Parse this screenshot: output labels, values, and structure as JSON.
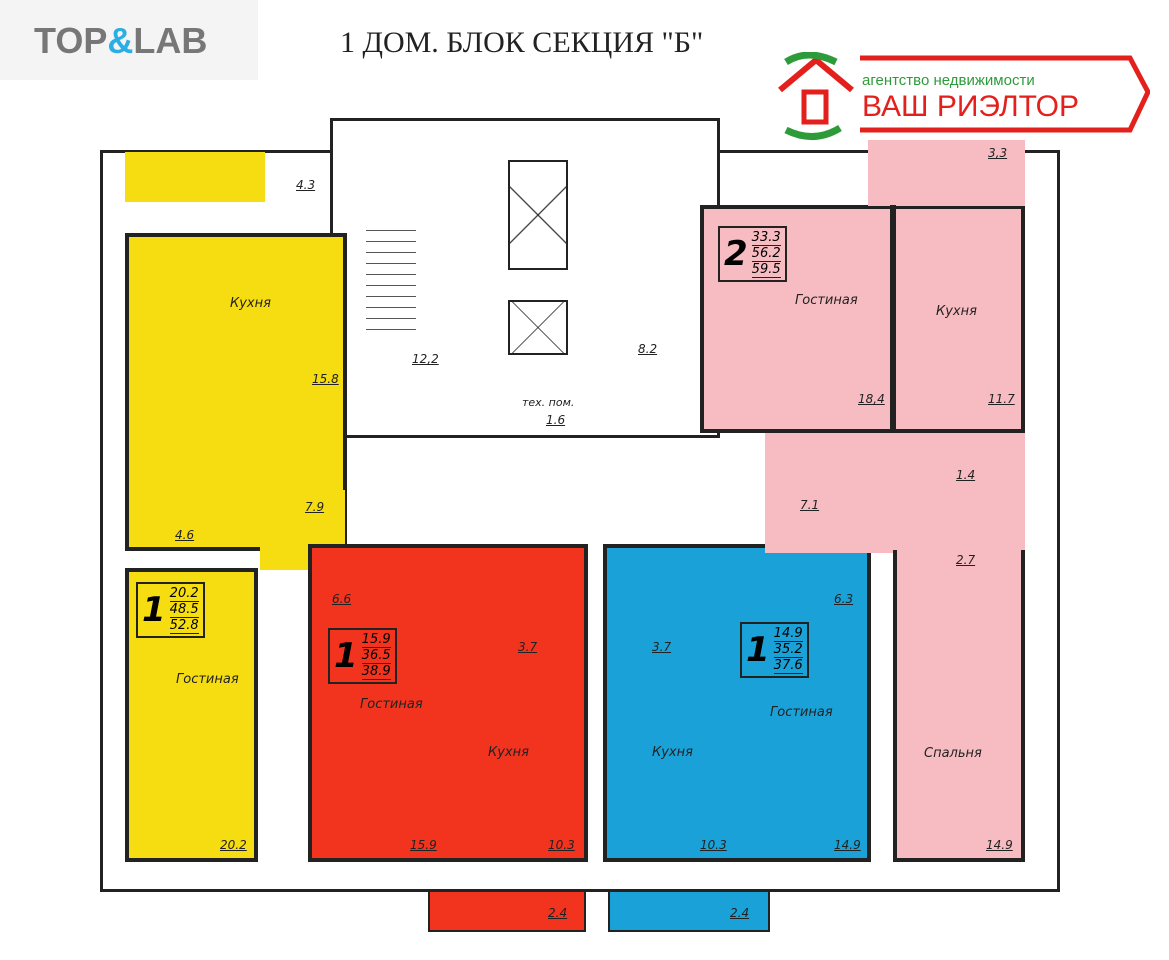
{
  "header": {
    "brand_top": "TOP",
    "brand_amp": "&",
    "brand_lab": "LAB",
    "title": "1 ДОМ. БЛОК СЕКЦИЯ \"Б\""
  },
  "agency": {
    "subtitle": "агентство недвижимости",
    "name": "ВАШ РИЭЛТОР"
  },
  "colors": {
    "yellow": "#f6dd12",
    "red": "#f2331e",
    "blue": "#1aa2d8",
    "pink": "#f7bcc2"
  },
  "common": {
    "stair": "12,2",
    "hall": "8.2",
    "tech_label": "тех. пом.",
    "tech": "1.6"
  },
  "apt_yellow": {
    "rooms": "1",
    "areas": [
      "20.2",
      "48.5",
      "52.8"
    ],
    "balcony": "4.3",
    "kitchen": "Кухня",
    "kitchen_area": "15.8",
    "hall": "7.9",
    "bath": "4.6",
    "living": "Гостиная",
    "living_area": "20.2"
  },
  "apt_red": {
    "rooms": "1",
    "areas": [
      "15.9",
      "36.5",
      "38.9"
    ],
    "corridor": "6.6",
    "bath": "3.7",
    "living": "Гостиная",
    "living_area": "15.9",
    "kitchen": "Кухня",
    "kitchen_area": "10.3",
    "balcony": "2.4"
  },
  "apt_blue": {
    "rooms": "1",
    "areas": [
      "14.9",
      "35.2",
      "37.6"
    ],
    "corridor": "6.3",
    "bath": "3.7",
    "living": "Гостиная",
    "living_area": "14.9",
    "kitchen": "Кухня",
    "kitchen_area": "10.3",
    "balcony": "2.4"
  },
  "apt_pink": {
    "rooms": "2",
    "areas": [
      "33.3",
      "56.2",
      "59.5"
    ],
    "balcony": "3,3",
    "living": "Гостиная",
    "living_area": "18,4",
    "kitchen": "Кухня",
    "kitchen_area": "11.7",
    "wc": "1.4",
    "bath": "2.7",
    "hall": "7.1",
    "bedroom": "Спальня",
    "bedroom_area": "14.9"
  }
}
